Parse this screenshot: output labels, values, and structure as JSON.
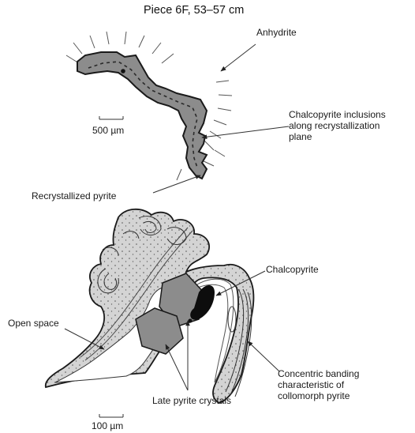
{
  "figure": {
    "title": "Piece 6F, 53–57 cm",
    "labels": {
      "anhydrite": "Anhydrite",
      "scale_top": "500 µm",
      "chalcopyrite_inclusions": "Chalcopyrite inclusions\nalong recrystallization\nplane",
      "recrystallized_pyrite": "Recrystallized pyrite",
      "chalcopyrite": "Chalcopyrite",
      "open_space": "Open space",
      "concentric_banding": "Concentric banding\ncharacteristic of\ncollomorph pyrite",
      "late_pyrite_crystals": "Late pyrite crystals",
      "scale_bottom": "100 µm"
    },
    "colors": {
      "mineral_fill": "#8c8c8c",
      "colloform_fill": "#d6d6d6",
      "line": "#222222"
    }
  }
}
